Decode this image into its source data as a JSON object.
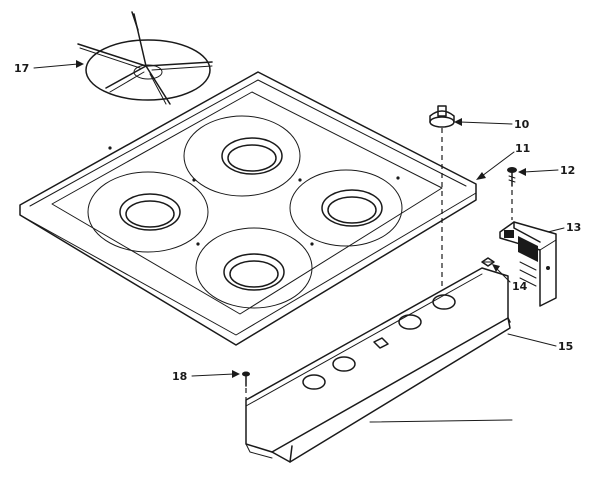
{
  "callouts": {
    "c10": "10",
    "c11": "11",
    "c12": "12",
    "c13": "13",
    "c14": "14",
    "c15": "15",
    "c17": "17",
    "c18": "18"
  }
}
